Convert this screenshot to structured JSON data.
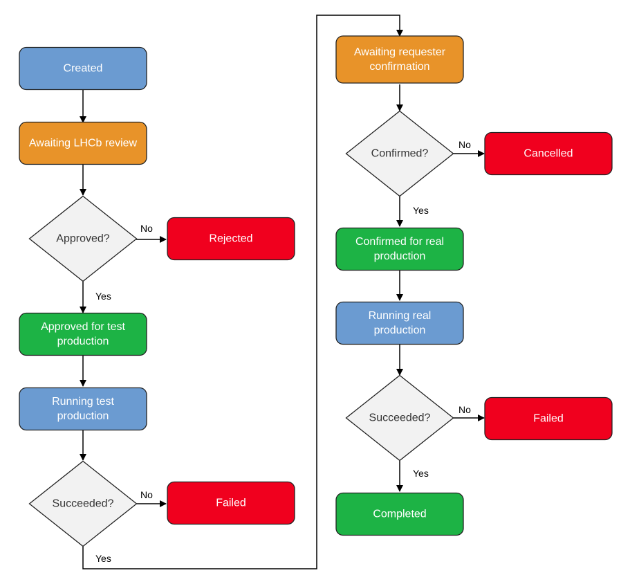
{
  "colors": {
    "blue": "#6b9bd1",
    "orange": "#e89329",
    "green": "#1db345",
    "red": "#f0001e",
    "decision": "#f2f2f2",
    "stroke": "#222222",
    "line": "#000000"
  },
  "nodes": {
    "created": {
      "lines": [
        "Created"
      ],
      "color": "blue"
    },
    "awaiting_review": {
      "lines": [
        "Awaiting LHCb review"
      ],
      "color": "orange"
    },
    "approved_q": {
      "lines": [
        "Approved?"
      ]
    },
    "rejected": {
      "lines": [
        "Rejected"
      ],
      "color": "red"
    },
    "approved_test": {
      "lines": [
        "Approved for test",
        "production"
      ],
      "color": "green"
    },
    "running_test": {
      "lines": [
        "Running test",
        "production"
      ],
      "color": "blue"
    },
    "succeeded_q1": {
      "lines": [
        "Succeeded?"
      ]
    },
    "failed1": {
      "lines": [
        "Failed"
      ],
      "color": "red"
    },
    "awaiting_conf": {
      "lines": [
        "Awaiting requester",
        "confirmation"
      ],
      "color": "orange"
    },
    "confirmed_q": {
      "lines": [
        "Confirmed?"
      ]
    },
    "cancelled": {
      "lines": [
        "Cancelled"
      ],
      "color": "red"
    },
    "confirmed_real": {
      "lines": [
        "Confirmed for real",
        "production"
      ],
      "color": "green"
    },
    "running_real": {
      "lines": [
        "Running real",
        "production"
      ],
      "color": "blue"
    },
    "succeeded_q2": {
      "lines": [
        "Succeeded?"
      ]
    },
    "failed2": {
      "lines": [
        "Failed"
      ],
      "color": "red"
    },
    "completed": {
      "lines": [
        "Completed"
      ],
      "color": "green"
    }
  },
  "edge_labels": {
    "yes": "Yes",
    "no": "No"
  }
}
